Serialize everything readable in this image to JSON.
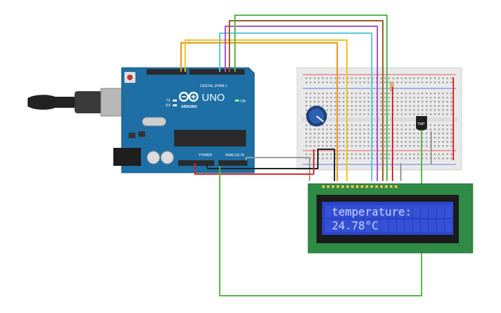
{
  "arduino": {
    "brand": "UNO",
    "maker": "ARDUINO",
    "digital_label": "DIGITAL (PWM~)",
    "analog_label": "ANALOG IN",
    "power_label": "POWER",
    "on_label": "ON",
    "tx_label": "TX",
    "rx_label": "RX"
  },
  "sensor": {
    "label": "TMP"
  },
  "lcd": {
    "line1": "temperature:",
    "line2": "24.78°C"
  },
  "colors": {
    "wire_orange": "#e8951c",
    "wire_yellow": "#f2c21b",
    "wire_cyan": "#5cc6d6",
    "wire_purple": "#b04fc6",
    "wire_brown": "#9a5a2b",
    "wire_green": "#57b44a",
    "wire_red": "#d62b2b",
    "wire_black": "#222222",
    "wire_gray": "#9a9a9a",
    "board_blue": "#1d6fa5",
    "lcd_bg": "#2b45c9",
    "lcd_pcb": "#2f8a46"
  }
}
